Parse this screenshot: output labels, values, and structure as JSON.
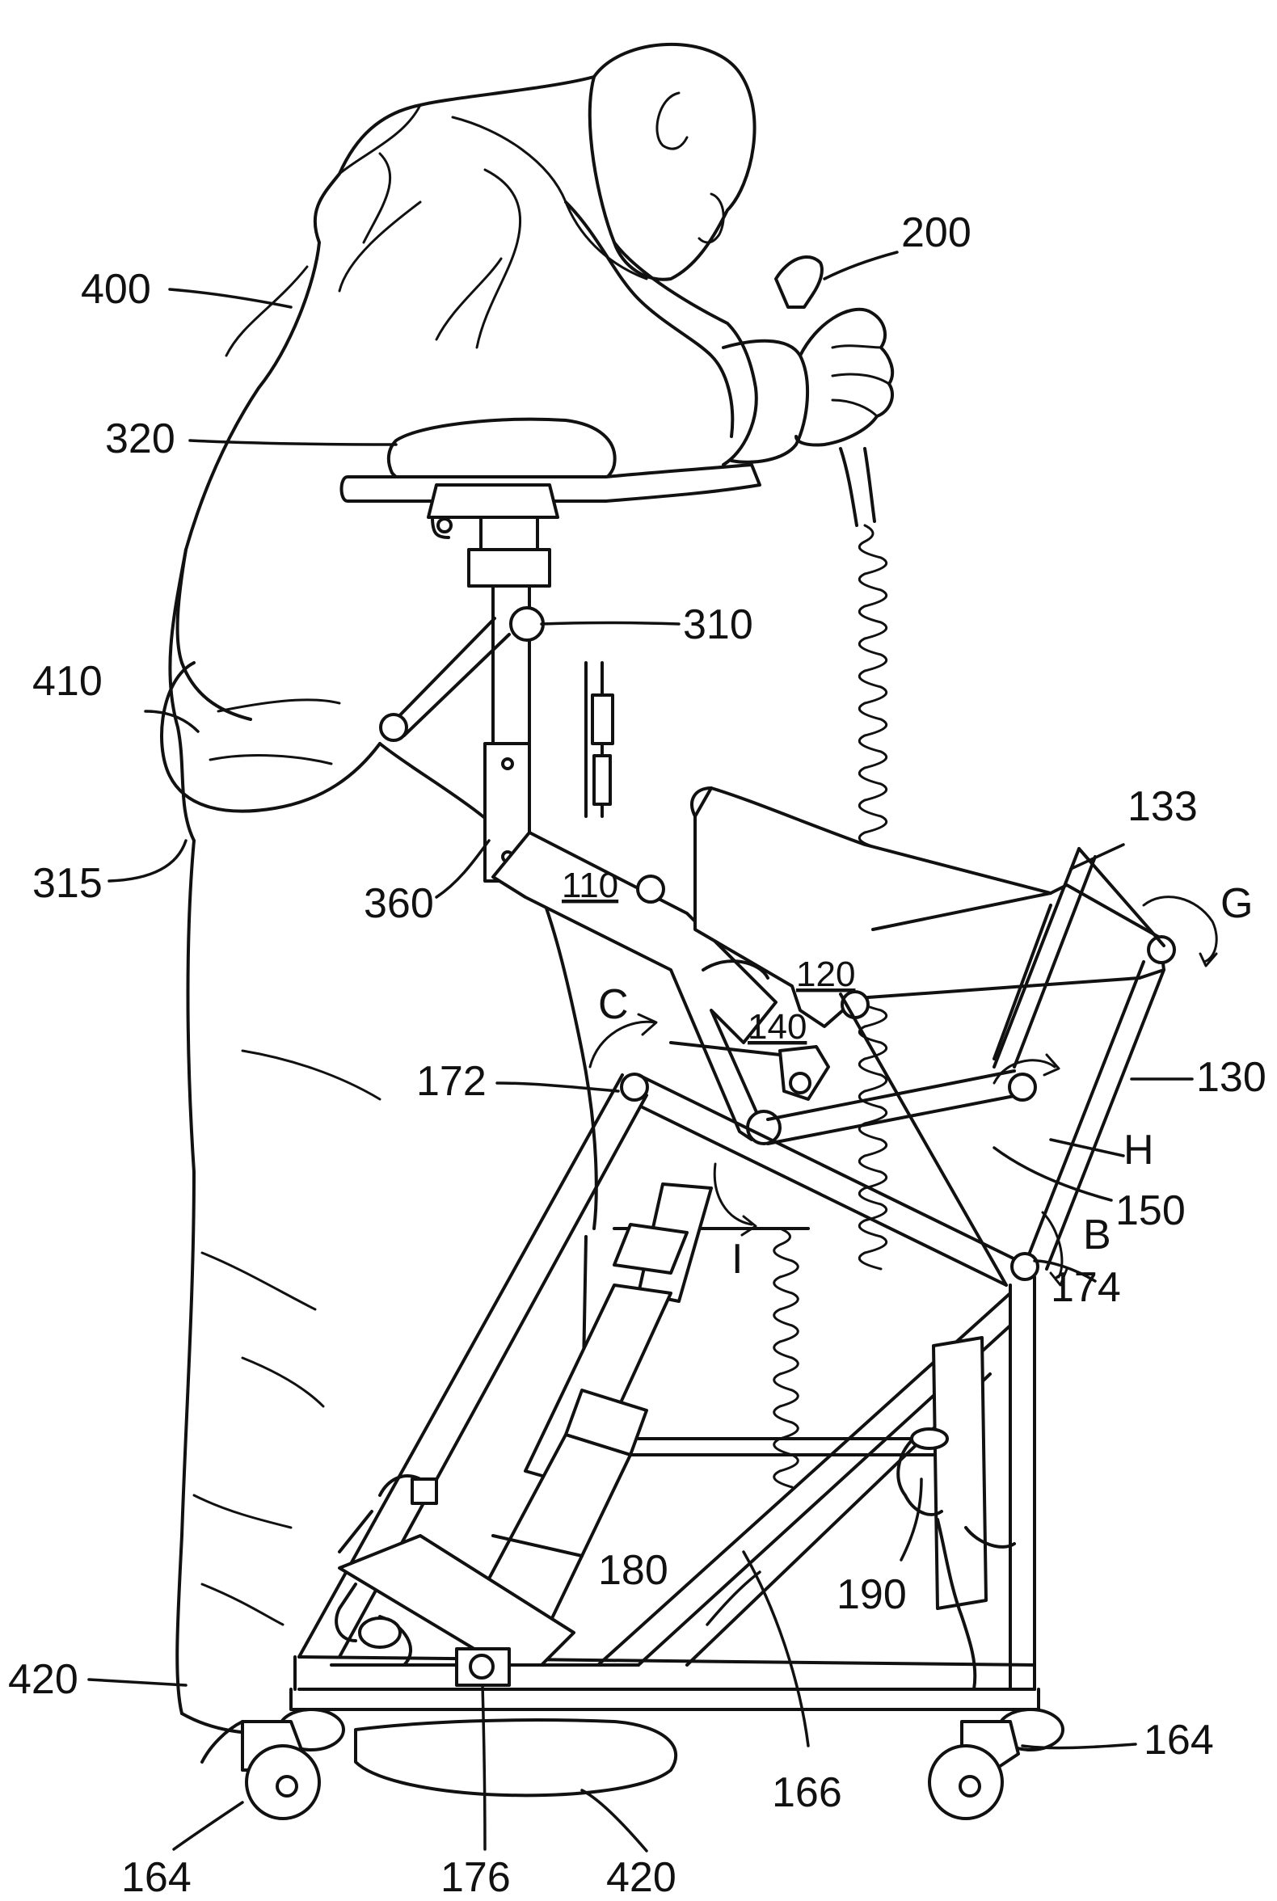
{
  "labels": {
    "n200": "200",
    "n400": "400",
    "n320": "320",
    "n310": "310",
    "n410": "410",
    "n315": "315",
    "n360": "360",
    "n110": "110",
    "n133": "133",
    "g": "G",
    "n120": "120",
    "c": "C",
    "n140": "140",
    "n172": "172",
    "n130": "130",
    "h": "H",
    "n150": "150",
    "i": "I",
    "b": "B",
    "n174": "174",
    "n180": "180",
    "n190": "190",
    "n166": "166",
    "n420_left": "420",
    "n164_right": "164",
    "n164_left": "164",
    "n176": "176",
    "n420_bottom": "420"
  }
}
